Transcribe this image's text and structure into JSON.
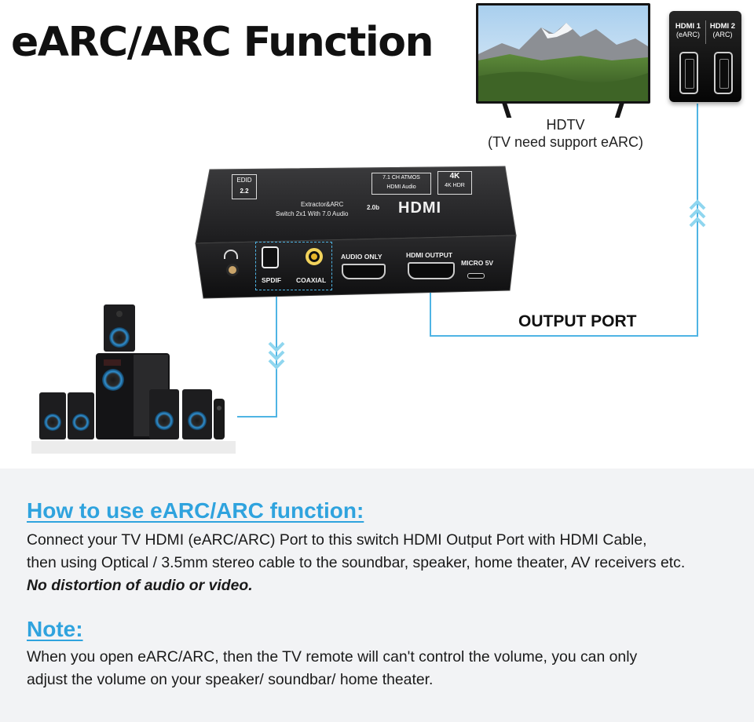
{
  "headline": "eARC/ARC Function",
  "tv": {
    "label_line1": "HDTV",
    "label_line2": "(TV need support eARC)",
    "ports": [
      {
        "name": "HDMI 1",
        "sub": "(eARC)"
      },
      {
        "name": "HDMI 2",
        "sub": "(ARC)"
      }
    ]
  },
  "device": {
    "brand": "HDMI",
    "version": "2.0b",
    "model_line1": "Switch 2x1 With 7.0 Audio",
    "model_line2": "Extractor&ARC",
    "badge_4k": "4K",
    "badge_4k_sub": "4K HDR",
    "badge_audio": "7.1 CH ATMOS",
    "badge_audio_sub": "HDMI Audio",
    "badge_edid": "EDID",
    "badge_edid_value": "2.2",
    "port_labels": {
      "spdif": "SPDIF",
      "coaxial": "COAXIAL",
      "audio_only": "AUDIO ONLY",
      "hdmi_output": "HDMI OUTPUT",
      "micro_5v": "MICRO 5V"
    }
  },
  "output_port_label": "OUTPUT PORT",
  "colors": {
    "accent_blue": "#2fa3de",
    "line_blue": "#4fb4e4",
    "chevron": "#8fd6ef",
    "speaker_glow": "#2f8fd0"
  },
  "howto": {
    "title": "How to use eARC/ARC function:",
    "line1": "Connect your TV HDMI (eARC/ARC) Port to this switch HDMI Output Port with HDMI Cable,",
    "line2": "then using Optical / 3.5mm stereo cable to the soundbar, speaker, home theater, AV receivers etc.",
    "line3": "No distortion of audio or video."
  },
  "note": {
    "title": "Note:",
    "line1": "When you open eARC/ARC, then the TV remote will can't control the volume, you can only",
    "line2": "adjust the volume on your speaker/ soundbar/ home theater."
  }
}
